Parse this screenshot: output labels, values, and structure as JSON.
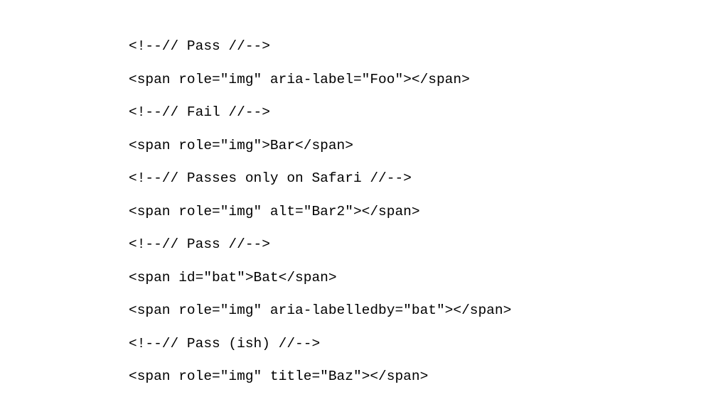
{
  "lines": [
    "<!--// Pass //-->",
    "<span role=\"img\" aria-label=\"Foo\"></span>",
    "<!--// Fail //-->",
    "<span role=\"img\">Bar</span>",
    "<!--// Passes only on Safari //-->",
    "<span role=\"img\" alt=\"Bar2\"></span>",
    "<!--// Pass //-->",
    "<span id=\"bat\">Bat</span>",
    "<span role=\"img\" aria-labelledby=\"bat\"></span>",
    "<!--// Pass (ish) //-->",
    "<span role=\"img\" title=\"Baz\"></span>"
  ],
  "colors": {
    "background": "#ffffff",
    "text": "#000000"
  }
}
